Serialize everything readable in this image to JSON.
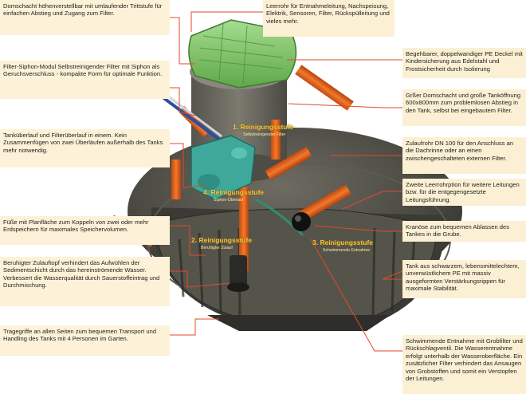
{
  "callouts_left": [
    "Domschacht höhenverstellbar mit umlaufender Trittstufe für einfachen Abstieg und Zugang zum Filter.",
    "Filter-Siphon-Modul Selbstreinigender Filter mit Siphon als Geruchsverschluss - kompakte Form für optimale Funktion.",
    "Tanküberlauf und Filterüberlauf in einem. Kein Zusammenfügen von zwei Überläufen außerhalb des Tanks mehr notwendig.",
    "Füße mit Planfläche zum Koppeln von zwei oder mehr Erdspeichern für maximales Speichervolumen.",
    "Beruhigter Zulauftopf verhindert das Aufwühlen der Sedimentschicht durch das hereinströmende Wasser. Verbessert die Wasserqualität durch Sauerstoffeintrag und Durchmischung.",
    "Tragegriffe an allen Seiten zum bequemen Transport und Handling des Tanks mit 4 Personen im Garten."
  ],
  "callouts_right": [
    "Leerrohr für Entnahmeleitung, Nachspeisung, Elektrik, Sensoren, Filter, Rückspülleitung und vieles mehr.",
    "Begehbarer, doppelwandiger PE Deckel mit Kindersicherung aus Edelstahl und Frostsicherheit durch Isolierung",
    "Grßer Domschacht und große Tanköffnung 600x800mm zum problemlosen Abstieg in den Tank, selbst bei eingebautem Filter.",
    "Zulaufrohr DN 100 für den Anschluss an die Dachrinne oder an einen zwischengeschalteten externen Filter.",
    "Zweite Leerrohrption für weitere Leitungen bzw. für die entgegengesetzte Leitungsführung.",
    "Kranöse zum bequemen Ablassen des Tankes in die Grube.",
    "Tank aus schwarzem, lebensmittelechtem, unverwüstlichem PE mit massiv ausgeformten Verstärkungsrippen für maximale Stabilität.",
    "Schwimmende Entnahme mit Grobfilter und Rückschlagventil. Die Wasserentnahme erfolgt unterhalb der Wasseroberfläche. Ein zusätzlicher Filter verhindert das Ansaugen von Grobstoffen und somit ein Verstopfen der Leitungen."
  ],
  "stages": [
    {
      "title": "1. Reinigungsstufe",
      "subtitle": "Selbstreinigender Filter"
    },
    {
      "title": "2. Reinigungsstufe",
      "subtitle": "Beruhigter Zulauf"
    },
    {
      "title": "3. Reinigungsstufe",
      "subtitle": "Schwimmende Entnahme"
    },
    {
      "title": "4. Reinigungsstufe",
      "subtitle": "Siphon-Überlauf"
    }
  ]
}
